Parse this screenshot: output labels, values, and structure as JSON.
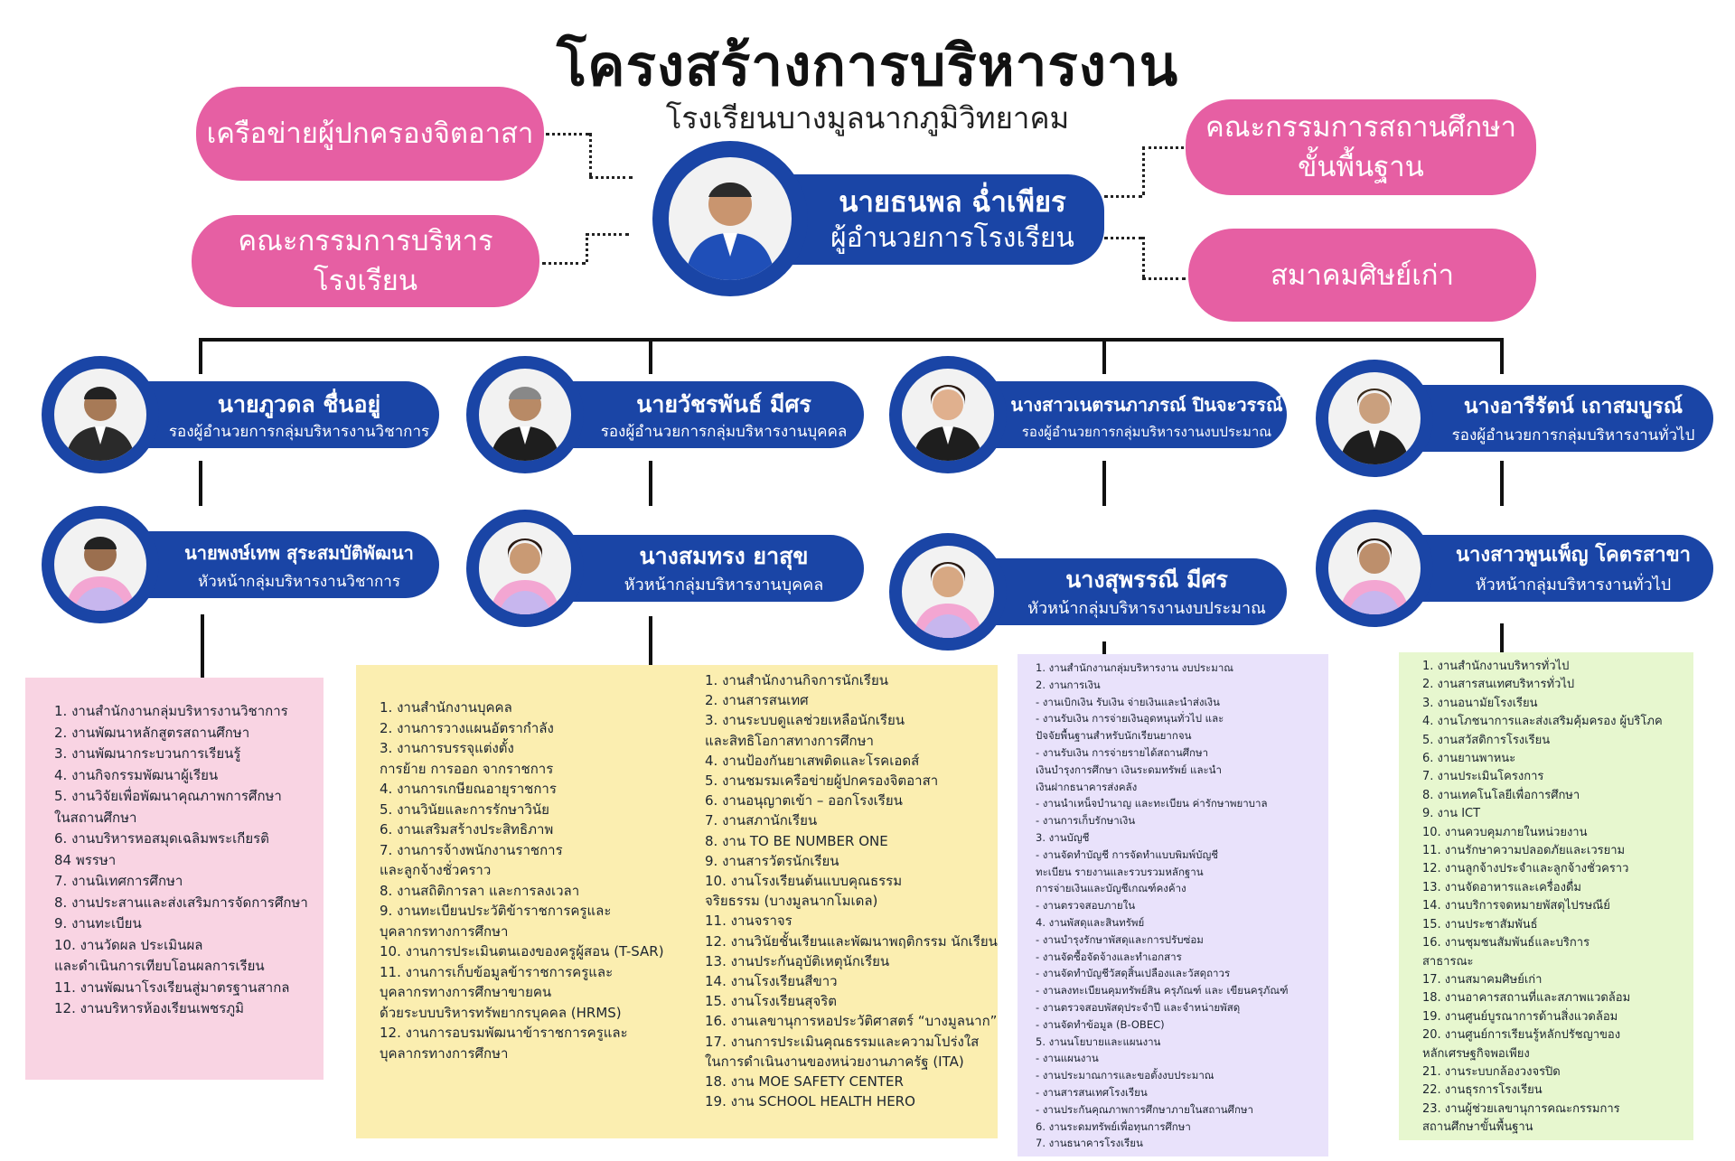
{
  "header": {
    "title": "โครงสร้างการบริหารงาน",
    "subtitle": "โรงเรียนบางมูลนากภูมิวิทยาคม"
  },
  "colors": {
    "blue": "#1a45a6",
    "pink": "#e65fa3",
    "box_pink": "#f9d4e3",
    "box_yellow": "#fbeeb0",
    "box_purple": "#e9e2fb",
    "box_green": "#e7f7cf"
  },
  "networks": {
    "parents": "เครือข่ายผู้ปกครองจิตอาสา",
    "committee": "คณะกรรมการบริหารโรงเรียน",
    "board_line1": "คณะกรรมการสถานศึกษา",
    "board_line2": "ขั้นพื้นฐาน",
    "alumni": "สมาคมศิษย์เก่า"
  },
  "director": {
    "name": "นายธนพล ฉ่ำเพียร",
    "role": "ผู้อำนวยการโรงเรียน",
    "photo_icon": "person-photo-icon"
  },
  "deputies": [
    {
      "name": "นายภูวดล ชื่นอยู่",
      "role": "รองผู้อำนวยการกลุ่มบริหารงานวิชาการ"
    },
    {
      "name": "นายวัชรพันธ์ มีศร",
      "role": "รองผู้อำนวยการกลุ่มบริหารงานบุคคล"
    },
    {
      "name": "นางสาวเนตรนภาภรณ์ ปินจะวรรณ์",
      "role": "รองผู้อำนวยการกลุ่มบริหารงานงบประมาณ"
    },
    {
      "name": "นางอารีรัตน์ เถาสมบูรณ์",
      "role": "รองผู้อำนวยการกลุ่มบริหารงานทั่วไป"
    }
  ],
  "heads": [
    {
      "name": "นายพงษ์เทพ สุระสมบัติพัฒนา",
      "role": "หัวหน้ากลุ่มบริหารงานวิชาการ"
    },
    {
      "name": "นางสมทรง ยาสุข",
      "role": "หัวหน้ากลุ่มบริหารงานบุคคล"
    },
    {
      "name": "นางสุพรรณี มีศร",
      "role": "หัวหน้ากลุ่มบริหารงานงบประมาณ"
    },
    {
      "name": "นางสาวพูนเพ็ญ โคตรสาขา",
      "role": "หัวหน้ากลุ่มบริหารงานทั่วไป"
    }
  ],
  "academic_tasks": [
    "1.  งานสำนักงานกลุ่มบริหารงานวิชาการ",
    "2.  งานพัฒนาหลักสูตรสถานศึกษา",
    "3.  งานพัฒนากระบวนการเรียนรู้",
    "4.  งานกิจกรรมพัฒนาผู้เรียน",
    "5.  งานวิจัยเพื่อพัฒนาคุณภาพการศึกษา",
    "      ในสถานศึกษา",
    "6.  งานบริหารหอสมุดเฉลิมพระเกียรติ",
    "      84 พรรษา",
    "7.  งานนิเทศการศึกษา",
    "8.  งานประสานและส่งเสริมการจัดการศึกษา",
    "9.  งานทะเบียน",
    "10.  งานวัดผล ประเมินผล",
    "       และดำเนินการเทียบโอนผลการเรียน",
    "11.  งานพัฒนาโรงเรียนสู่มาตรฐานสากล",
    "12.  งานบริหารห้องเรียนเพชรภูมิ"
  ],
  "personnel_tasks": [
    "1.  งานสำนักงานบุคคล",
    "2.  งานการวางแผนอัตรากำลัง",
    "3.  งานการบรรจุแต่งตั้ง",
    "      การย้าย  การออก จากราชการ",
    "4.  งานการเกษียณอายุราชการ",
    "5.  งานวินัยและการรักษาวินัย",
    "6.  งานเสริมสร้างประสิทธิภาพ",
    "7.  งานการจ้างพนักงานราชการ",
    "      และลูกจ้างชั่วคราว",
    "8.  งานสถิติการลา และการลงเวลา",
    "9.  งานทะเบียนประวัติข้าราชการครูและ",
    "      บุคลากรทางการศึกษา",
    "10.  งานการประเมินตนเองของครูผู้สอน     (T-SAR)",
    "11.  งานการเก็บข้อมูลข้าราชการครูและ",
    "       บุคลากรทางการศึกษาขายคน",
    "       ด้วยระบบบริหารทรัพยากรบุคคล (HRMS)",
    "12.  งานการอบรมพัฒนาข้าราชการครูและ",
    "       บุคลากรทางการศึกษา"
  ],
  "student_tasks": [
    "1.  งานสำนักงานกิจการนักเรียน",
    "2.  งานสารสนเทศ",
    "3.  งานระบบดูแลช่วยเหลือนักเรียน",
    "      และสิทธิโอกาสทางการศึกษา",
    "4.  งานป้องกันยาเสพติดและโรคเอดส์",
    "5.  งานชมรมเครือข่ายผู้ปกครองจิตอาสา",
    "6.  งานอนุญาตเข้า – ออกโรงเรียน",
    "7.  งานสภานักเรียน",
    "8.  งาน TO BE NUMBER ONE",
    "9.  งานสารวัตรนักเรียน",
    "10.  งานโรงเรียนต้นแบบคุณธรรม",
    "        จริยธรรม  (บางมูลนากโมเดล)",
    "11.  งานจราจร",
    "12.  งานวินัยชั้นเรียนและพัฒนาพฤติกรรม  นักเรียน",
    "13.  งานประกันอุบัติเหตุนักเรียน",
    " 14.  งานโรงเรียนสีขาว",
    "15.  งานโรงเรียนสุจริต",
    "16.  งานเลขานุการหอประวัติศาสตร์  “บางมูลนาก”",
    "17.  งานการประเมินคุณธรรมและความโปร่งใส",
    "        ในการดำเนินงานของหน่วยงานภาครัฐ (ITA)",
    "18.   งาน MOE SAFETY CENTER",
    "19.  งาน SCHOOL HEALTH HERO"
  ],
  "budget_tasks": [
    "1. งานสำนักงานกลุ่มบริหารงาน งบประมาณ",
    "2. งานการเงิน",
    "  - งานเบิกเงิน รับเงิน จ่ายเงินและนำส่งเงิน",
    "  - งานรับเงิน การจ่ายเงินอุดหนุนทั่วไป และ",
    "    ปัจจัยพื้นฐานสำหรับนักเรียนยากจน",
    "  - งานรับเงิน การจ่ายรายได้สถานศึกษา",
    "    เงินบำรุงการศึกษา เงินระดมทรัพย์ และนำ",
    "    เงินฝากธนาคารส่งคลัง",
    "  - งานนำเหน็จบำนาญ และทะเบียน ค่ารักษาพยาบาล",
    "  - งานการเก็บรักษาเงิน",
    "3. งานบัญชี",
    "  - งานจัดทำบัญชี การจัดทำแบบพิมพ์บัญชี",
    "    ทะเบียน รายงานและรวบรวมหลักฐาน",
    "    การจ่ายเงินและบัญชีเกณฑ์คงค้าง",
    "  - งานตรวจสอบภายใน",
    "4. งานพัสดุและสินทรัพย์",
    "  - งานบำรุงรักษาพัสดุและการปรับซ่อม",
    "  - งานจัดซื้อจัดจ้างและทำเอกสาร",
    "  - งานจัดทำบัญชีวัสดุสิ้นเปลืองและวัสดุถาวร",
    "  - งานลงทะเบียนคุมทรัพย์สิน ครุภัณฑ์ และ เขียนครุภัณฑ์",
    "  - งานตรวจสอบพัสดุประจำปี และจำหน่ายพัสดุ",
    "  - งานจัดทำข้อมูล (B-OBEC)",
    "5. งานนโยบายและแผนงาน",
    "  - งานแผนงาน",
    "  - งานประมาณการและขอตั้งงบประมาณ",
    "  - งานสารสนเทศโรงเรียน",
    "  - งานประกันคุณภาพการศึกษาภายในสถานศึกษา",
    "6. งานระดมทรัพย์เพื่อทุนการศึกษา",
    "7. งานธนาคารโรงเรียน"
  ],
  "general_tasks": [
    "1. งานสำนักงานบริหารทั่วไป",
    "2. งานสารสนเทศบริหารทั่วไป",
    "3. งานอนามัยโรงเรียน",
    "4. งานโภชนาการและส่งเสริมคุ้มครอง ผู้บริโภค",
    "5. งานสวัสดิการโรงเรียน",
    "6. งานยานพาหนะ",
    "7. งานประเมินโครงการ",
    "8. งานเทคโนโลยีเพื่อการศึกษา",
    "9. งาน ICT",
    "10. งานควบคุมภายในหน่วยงาน",
    "11. งานรักษาความปลอดภัยและเวรยาม",
    "12. งานลูกจ้างประจำและลูกจ้างชั่วคราว",
    "13. งานจัดอาหารและเครื่องดื่ม",
    "14. งานบริการจดหมายพัสดุไปรษณีย์",
    "15. งานประชาสัมพันธ์",
    "16. งานชุมชนสัมพันธ์และบริการ",
    "      สาธารณะ",
    "17. งานสมาคมศิษย์เก่า",
    "18. งานอาคารสถานที่และสภาพแวดล้อม",
    "19. งานศูนย์บูรณาการด้านสิ่งแวดล้อม",
    "20. งานศูนย์การเรียนรู้หลักปรัชญาของ",
    "      หลักเศรษฐกิจพอเพียง",
    "21. งานระบบกล้องวงจรปิด",
    "22. งานธุรการโรงเรียน",
    "23. งานผู้ช่วยเลขานุการคณะกรรมการ",
    "      สถานศึกษาขั้นพื้นฐาน"
  ]
}
